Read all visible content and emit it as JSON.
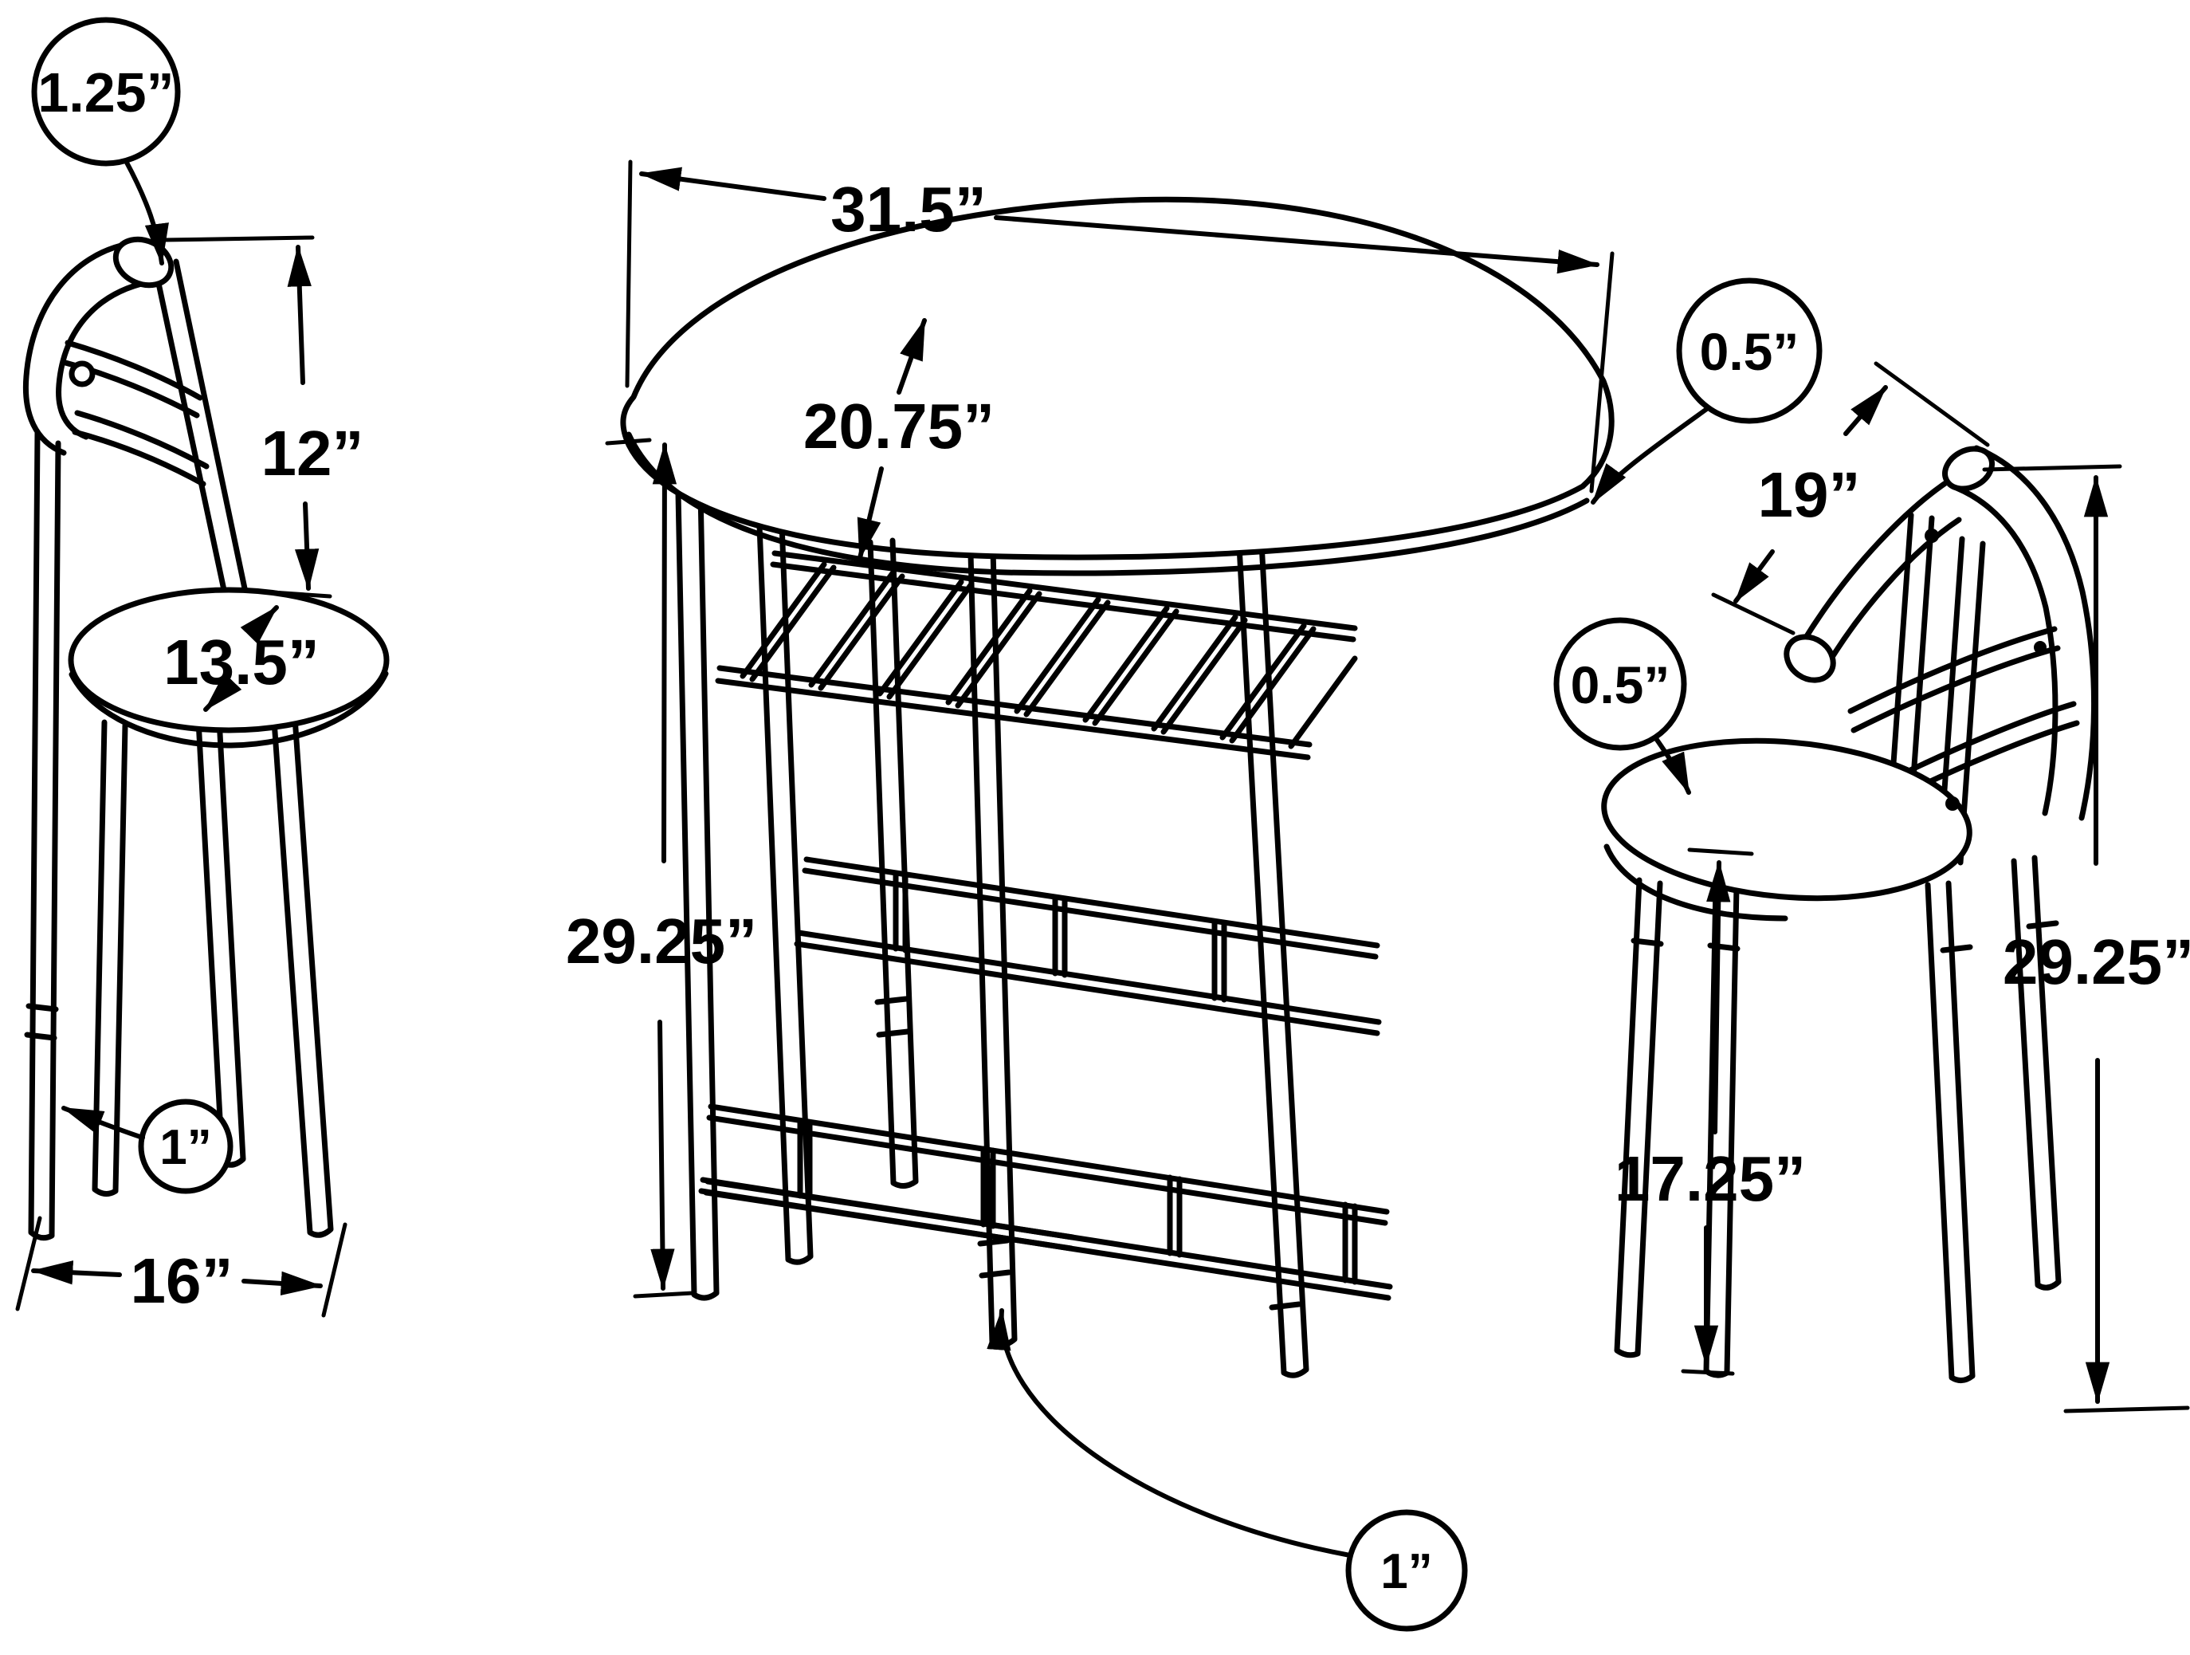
{
  "diagram": {
    "kind": "furniture-dimension-diagram",
    "items": [
      "left chair (side view)",
      "oval dining table",
      "right chair (back view)"
    ],
    "colors": {
      "line": "#000000",
      "background": "#ffffff"
    }
  },
  "left_chair": {
    "tube_diameter_callout": "1.25”",
    "backrest_height": "12”",
    "seat_diameter": "13.5”",
    "leg_diameter_callout": "1”",
    "width": "16”"
  },
  "table": {
    "top_width": "31.5”",
    "top_depth": "20.75”",
    "height": "29.25”",
    "top_thickness_callout": "0.5”",
    "leg_diameter_callout": "1”"
  },
  "right_chair": {
    "seat_width": "19”",
    "seat_thickness_callout": "0.5”",
    "total_height": "29.25”",
    "seat_height": "17.25”"
  }
}
